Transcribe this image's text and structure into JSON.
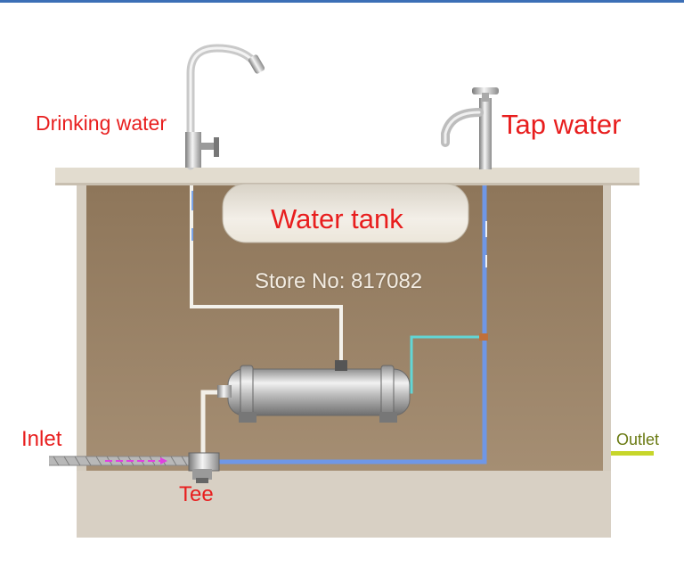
{
  "labels": {
    "drinking_water": "Drinking water",
    "tap_water": "Tap water",
    "water_tank": "Water tank",
    "store_watermark": "Store No: 817082",
    "inlet": "Inlet",
    "outlet": "Outlet",
    "tee": "Tee"
  },
  "colors": {
    "label_red": "#e81e1e",
    "label_green": "#6a7a12",
    "cabinet_inner": "#9c8468",
    "countertop": "#e2dccf",
    "tap_water_line": "#6f97e6",
    "drinking_water_line": "#f4f2ec",
    "filtered_line": "#62d6d6",
    "inlet_flow": "#e040e0"
  }
}
